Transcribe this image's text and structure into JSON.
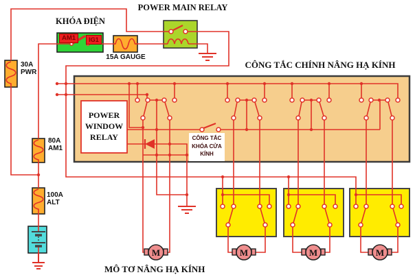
{
  "diagram": {
    "title_main_relay": "POWER MAIN RELAY",
    "title_ignition": "KHÓA ĐIỆN",
    "ignition_terminals": {
      "left": "AM1",
      "right": "IG1"
    },
    "fuse_gauge_label": "15A GAUGE",
    "title_main_switch": "CÔNG TẮC CHÍNH NÂNG HẠ KÍNH",
    "fuse_pwr": {
      "line1": "30A",
      "line2": "PWR"
    },
    "fuse_am1": {
      "line1": "80A",
      "line2": "AM1"
    },
    "fuse_alt": {
      "line1": "100A",
      "line2": "ALT"
    },
    "relay_box": {
      "line1": "POWER",
      "line2": "WINDOW",
      "line3": "RELAY"
    },
    "lock_switch": {
      "line1": "CÔNG TẮC",
      "line2": "KHÓA CỬA",
      "line3": "KÍNH"
    },
    "label_motor": "MÔ TƠ NÂNG HẠ KÍNH",
    "motor_symbol": "M",
    "colors": {
      "wire": "#e03228",
      "ink": "#111111",
      "panel": "#f6ce8d",
      "panel_border": "#3b3b3b",
      "switch_yellow": "#ffec00",
      "ignition_green": "#2fd437",
      "relay_green": "#abd62b",
      "fuse_orange": "#ffad2f",
      "battery_cyan": "#52dcdc",
      "motor_pink": "#ee8d8d",
      "terminal_red": "#ee2020",
      "terminal_text": "#7d0000",
      "box_border": "#222222",
      "lock_text": "#3d0d0d"
    }
  }
}
